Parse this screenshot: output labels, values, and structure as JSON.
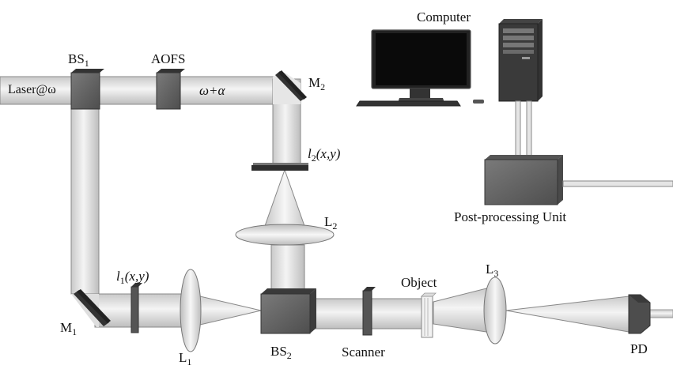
{
  "labels": {
    "laser": "Laser@ω",
    "bs1": "BS",
    "bs1_sub": "1",
    "aofs": "AOFS",
    "shift": "ω+α",
    "m2": "M",
    "m2_sub": "2",
    "l2xy_pre": "l",
    "l2xy_sub": "2",
    "l2xy_post": "(x,y)",
    "lens_l2": "L",
    "lens_l2_sub": "2",
    "l1xy_pre": "l",
    "l1xy_sub": "1",
    "l1xy_post": "(x,y)",
    "m1": "M",
    "m1_sub": "1",
    "lens_l1": "L",
    "lens_l1_sub": "1",
    "bs2": "BS",
    "bs2_sub": "2",
    "scanner": "Scanner",
    "object": "Object",
    "lens_l3": "L",
    "lens_l3_sub": "3",
    "pd": "PD",
    "computer": "Computer",
    "post_processing": "Post-processing Unit"
  }
}
